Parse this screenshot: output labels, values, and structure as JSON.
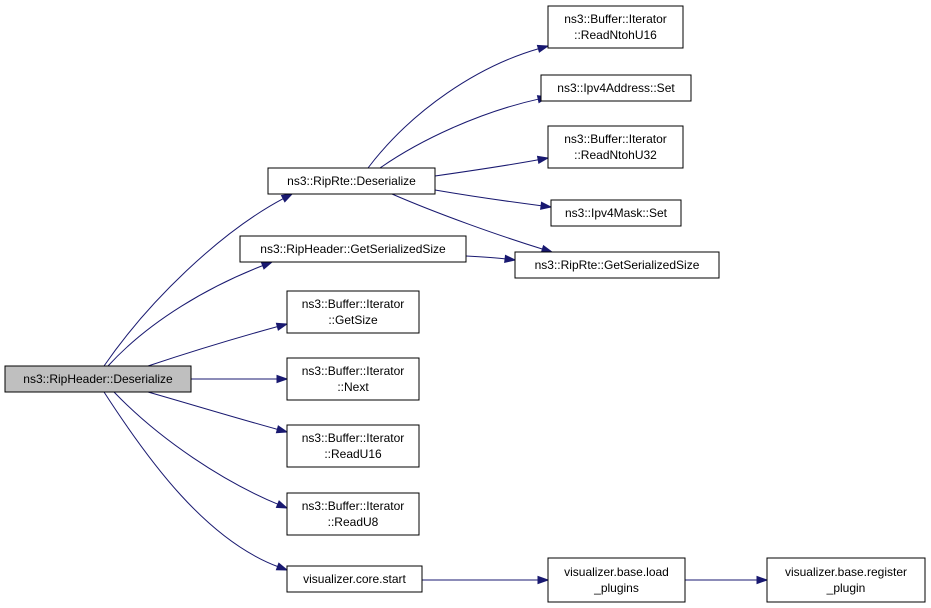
{
  "diagram": {
    "colors": {
      "edge": "#191970",
      "root_fill": "#bfbfbf",
      "node_fill": "#ffffff",
      "border": "#000000"
    },
    "nodes": [
      {
        "id": "rh_deser",
        "lines": [
          "ns3::RipHeader::Deserialize"
        ],
        "root": true
      },
      {
        "id": "rte_deser",
        "lines": [
          "ns3::RipRte::Deserialize"
        ]
      },
      {
        "id": "rh_size",
        "lines": [
          "ns3::RipHeader::GetSerializedSize"
        ]
      },
      {
        "id": "bi_getsize",
        "lines": [
          "ns3::Buffer::Iterator",
          "::GetSize"
        ]
      },
      {
        "id": "bi_next",
        "lines": [
          "ns3::Buffer::Iterator",
          "::Next"
        ]
      },
      {
        "id": "bi_readu16",
        "lines": [
          "ns3::Buffer::Iterator",
          "::ReadU16"
        ]
      },
      {
        "id": "bi_readu8",
        "lines": [
          "ns3::Buffer::Iterator",
          "::ReadU8"
        ]
      },
      {
        "id": "viz_start",
        "lines": [
          "visualizer.core.start"
        ]
      },
      {
        "id": "bi_ntohu16",
        "lines": [
          "ns3::Buffer::Iterator",
          "::ReadNtohU16"
        ]
      },
      {
        "id": "ipv4addr_set",
        "lines": [
          "ns3::Ipv4Address::Set"
        ]
      },
      {
        "id": "bi_ntohu32",
        "lines": [
          "ns3::Buffer::Iterator",
          "::ReadNtohU32"
        ]
      },
      {
        "id": "ipv4mask_set",
        "lines": [
          "ns3::Ipv4Mask::Set"
        ]
      },
      {
        "id": "rte_size",
        "lines": [
          "ns3::RipRte::GetSerializedSize"
        ]
      },
      {
        "id": "viz_load",
        "lines": [
          "visualizer.base.load",
          "_plugins"
        ]
      },
      {
        "id": "viz_register",
        "lines": [
          "visualizer.base.register",
          "_plugin"
        ]
      }
    ],
    "edges": [
      [
        "rh_deser",
        "rte_deser"
      ],
      [
        "rh_deser",
        "rh_size"
      ],
      [
        "rh_deser",
        "bi_getsize"
      ],
      [
        "rh_deser",
        "bi_next"
      ],
      [
        "rh_deser",
        "bi_readu16"
      ],
      [
        "rh_deser",
        "bi_readu8"
      ],
      [
        "rh_deser",
        "viz_start"
      ],
      [
        "rte_deser",
        "bi_ntohu16"
      ],
      [
        "rte_deser",
        "ipv4addr_set"
      ],
      [
        "rte_deser",
        "bi_ntohu32"
      ],
      [
        "rte_deser",
        "ipv4mask_set"
      ],
      [
        "rte_deser",
        "rte_size"
      ],
      [
        "rh_size",
        "rte_size"
      ],
      [
        "viz_start",
        "viz_load"
      ],
      [
        "viz_load",
        "viz_register"
      ]
    ]
  }
}
